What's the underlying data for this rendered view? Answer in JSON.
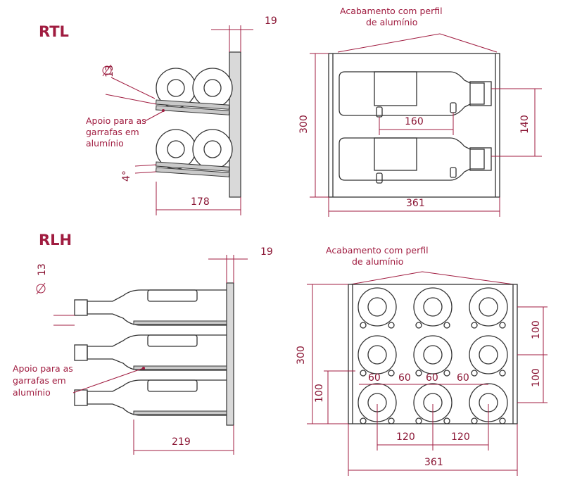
{
  "sections": {
    "rtl": {
      "title": "RTL",
      "dims": {
        "profile_depth": "19",
        "diameter": "13",
        "angle": "4°",
        "depth": "178",
        "height": "300",
        "shelf_spacing": "140",
        "support_spacing": "160",
        "width": "361"
      },
      "support_note": [
        "Apoio para as",
        "garrafas em",
        "alumínio"
      ],
      "finish_note": [
        "Acabamento com perfil",
        "de alumínio"
      ]
    },
    "rlh": {
      "title": "RLH",
      "dims": {
        "profile_depth": "19",
        "diameter": "13",
        "depth": "219",
        "height": "300",
        "row_spacing_top": "100",
        "row_spacing_bottom": "100",
        "bottom_offset": "100",
        "hole_gap_1": "60",
        "hole_gap_2": "60",
        "hole_gap_3": "60",
        "hole_gap_4": "60",
        "col_spacing_1": "120",
        "col_spacing_2": "120",
        "width": "361"
      },
      "support_note": [
        "Apoio para as",
        "garrafas em",
        "alumínio"
      ],
      "finish_note": [
        "Acabamento com perfil",
        "de alumínio"
      ]
    }
  },
  "colors": {
    "accent": "#a01c40",
    "outline": "#333333",
    "panel": "#d9d9d9"
  }
}
